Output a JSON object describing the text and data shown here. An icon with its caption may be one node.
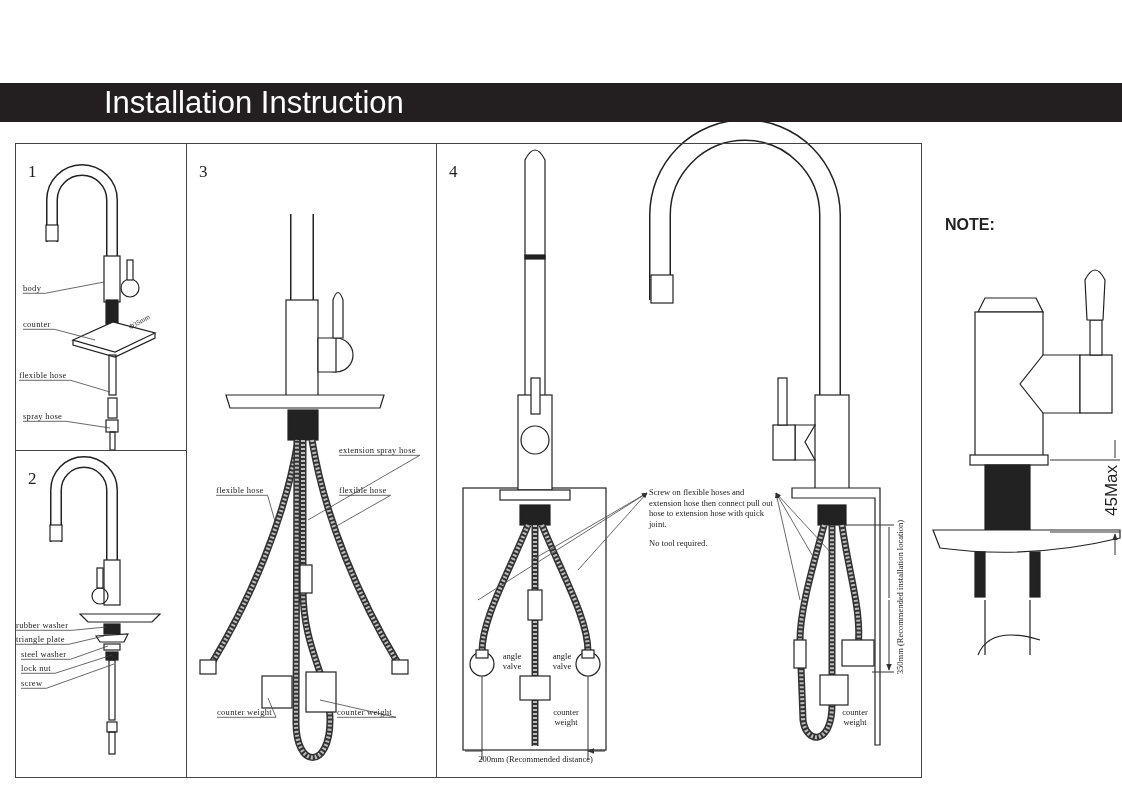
{
  "diagram": {
    "title": "Installation Instruction",
    "nodes": [
      {
        "text": [
          "1"
        ]
      },
      {
        "text": [
          "body"
        ],
        "in": 0
      },
      {
        "text": [
          "counter"
        ],
        "in": 0
      },
      {
        "text": [
          "flexible hose"
        ],
        "in": 0
      },
      {
        "text": [
          "spray hose"
        ],
        "in": 0
      },
      {
        "text": [
          "2"
        ]
      },
      {
        "text": [
          "rubber washer"
        ],
        "in": 5
      },
      {
        "text": [
          "triangle plate"
        ],
        "in": 5
      },
      {
        "text": [
          "steel washer"
        ],
        "in": 5
      },
      {
        "text": [
          "lock nut"
        ],
        "in": 5
      },
      {
        "text": [
          "screw"
        ],
        "in": 5
      },
      {
        "text": [
          "3"
        ]
      },
      {
        "text": [
          "extension spray hose"
        ],
        "in": 11
      },
      {
        "text": [
          "flexible hose"
        ],
        "in": 11
      },
      {
        "text": [
          "flexible hose"
        ],
        "in": 11
      },
      {
        "text": [
          "counter weight"
        ],
        "in": 11
      },
      {
        "text": [
          "counter weight"
        ],
        "in": 11
      },
      {
        "text": [
          "4"
        ]
      },
      {
        "text": [
          "Screw on flexible hoses and extension hose then connect pull out hose to extension hose with quick joint.",
          "No tool required."
        ],
        "in": 17
      }
    ],
    "edges": [
      {
        "from": 1,
        "to": null,
        "arrow": "none"
      },
      {
        "from": 2,
        "to": null,
        "arrow": "none"
      },
      {
        "from": 3,
        "to": null,
        "arrow": "none"
      },
      {
        "from": 4,
        "to": null,
        "arrow": "none"
      },
      {
        "from": 6,
        "to": null,
        "arrow": "none"
      },
      {
        "from": 7,
        "to": null,
        "arrow": "none"
      },
      {
        "from": 8,
        "to": null,
        "arrow": "none"
      },
      {
        "from": 9,
        "to": null,
        "arrow": "none"
      },
      {
        "from": 10,
        "to": null,
        "arrow": "none"
      },
      {
        "from": 12,
        "to": null,
        "arrow": "none"
      },
      {
        "from": 13,
        "to": null,
        "arrow": "none"
      },
      {
        "from": 14,
        "to": null,
        "arrow": "none"
      },
      {
        "from": 15,
        "to": null,
        "arrow": "none"
      },
      {
        "from": 16,
        "to": null,
        "arrow": "none"
      },
      {
        "from": null,
        "to": 18,
        "arrow": "to"
      },
      {
        "from": null,
        "to": 18,
        "arrow": "to"
      },
      {
        "from": null,
        "to": 18,
        "arrow": "to"
      },
      {
        "from": null,
        "to": 18,
        "arrow": "to"
      },
      {
        "from": null,
        "to": 18,
        "arrow": "to"
      },
      {
        "from": null,
        "to": 18,
        "arrow": "to"
      }
    ],
    "labels": [
      "Φ35mm",
      "angle valve",
      "angle valve",
      "counter weight",
      "counter weight",
      "200mm (Recommended distance)",
      "350mm (Recommended installation location)",
      "NOTE:",
      "45Max"
    ]
  }
}
